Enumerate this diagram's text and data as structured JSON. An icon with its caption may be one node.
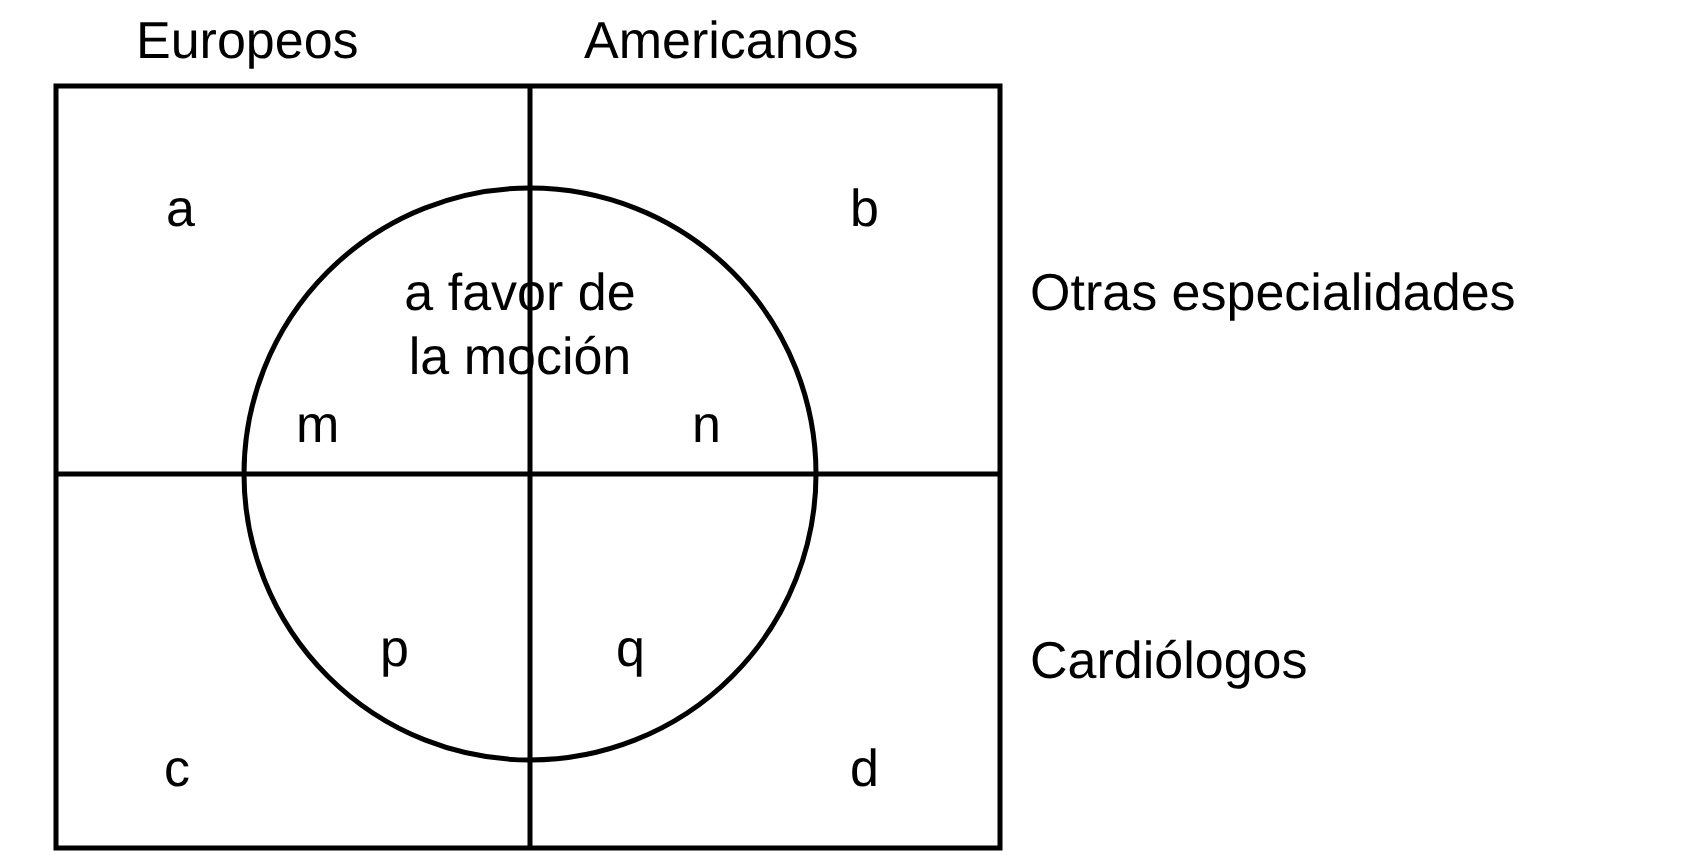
{
  "diagram": {
    "labels": [
      "Europeos",
      "Americanos",
      "a",
      "b",
      "a favor de la moción",
      "Otras especialidades",
      "m",
      "n",
      "p",
      "q",
      "Cardiólogos",
      "c",
      "d"
    ]
  }
}
